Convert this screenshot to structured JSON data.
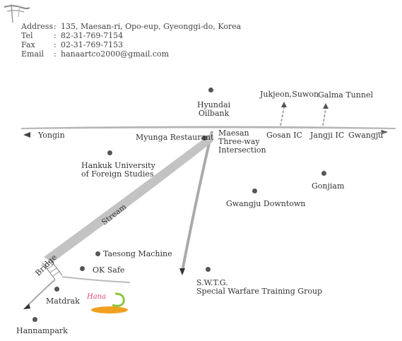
{
  "contact": {
    "address": {
      "label": "Address",
      "sep": ":",
      "value": "135, Maesan-ri, Opo-eup, Gyeonggi-do, Korea"
    },
    "tel": {
      "label": "Tel",
      "sep": ":",
      "value": "82-31-769-7154"
    },
    "fax": {
      "label": "Fax",
      "sep": ":",
      "value": "02-31-769-7153"
    },
    "email": {
      "label": "Email",
      "sep": ":",
      "value": "hanaartco2000@gmail.com"
    }
  },
  "map": {
    "places": {
      "hyundai": {
        "line1": "Hyundai",
        "line2": "Oilbank"
      },
      "jukjeon": "Jukjeon,Suwon",
      "galma": "Galma Tunnel",
      "yongin": "Yongin",
      "myunga": "Myunga Restaurant",
      "maesan": {
        "line1": "Maesan",
        "line2": "Three-way",
        "line3": "Intersection"
      },
      "gosan": "Gosan IC",
      "jangji": "Jangji IC",
      "gwangju": "Gwangju",
      "hankuk": {
        "line1": "Hankuk University",
        "line2": "of Foreign Studies"
      },
      "gonjiam": "Gonjiam",
      "gwangju_downtown": "Gwangju Downtown",
      "stream": "Stream",
      "taesong": "Taesong Machine",
      "bridge": "Bridge",
      "oksafe": "OK Safe",
      "swtg": {
        "line1": "S.W.T.G.",
        "line2": "Special Warfare Training Group"
      },
      "matdrak": "Matdrak",
      "hannampark": "Hannampark"
    },
    "logo_text": "Hana"
  }
}
